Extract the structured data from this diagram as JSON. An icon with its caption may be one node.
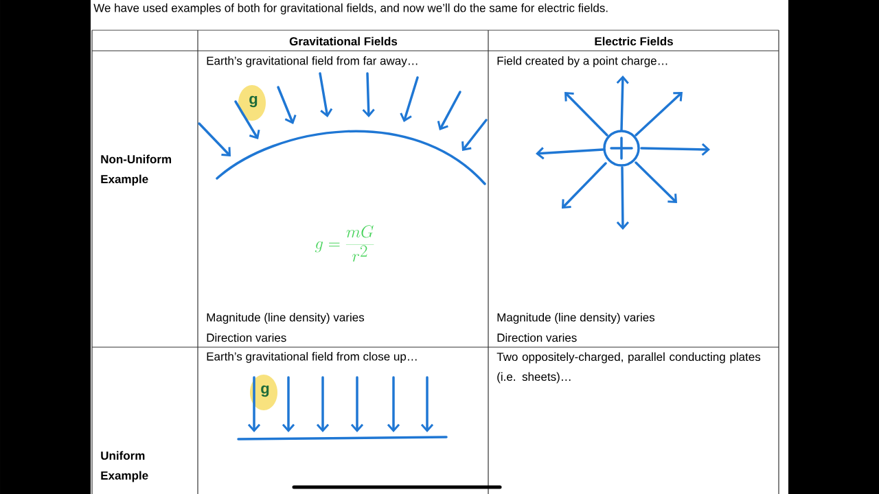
{
  "diagram": {
    "labels": [
      "We have used examples of both for gravitational fields, and now we’ll do the same for electric fields.",
      "Gravitational Fields",
      "Electric Fields",
      "Non-Uniform Example",
      "Earth’s gravitational field from far away…",
      "g",
      "g=\\frac{mG}{r^{2}}",
      "Magnitude (line density) varies",
      "Direction varies",
      "Field created by a point charge…",
      "Magnitude (line density) varies",
      "Direction varies",
      "Uniform Example",
      "Earth’s gravitational field from close up…",
      "g",
      "Two oppositely-charged, parallel conducting plates (i.e. sheets)…"
    ]
  }
}
